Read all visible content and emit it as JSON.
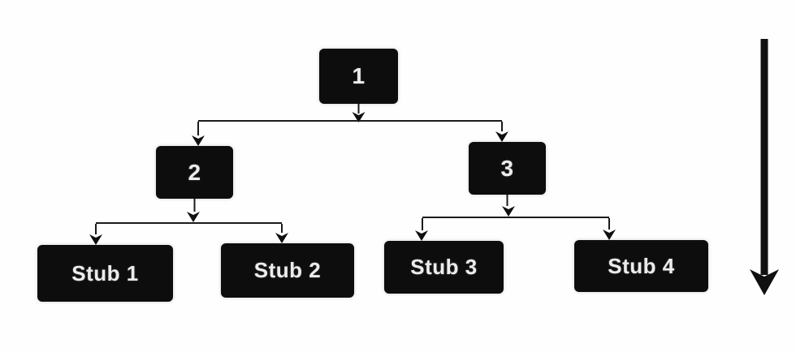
{
  "diagram": {
    "background_color": "#fefefe",
    "node_fill_color": "#0d0d0d",
    "node_text_color": "#ececec",
    "connector_color": "#1b1b1b",
    "nodes": [
      {
        "id": "1",
        "label": "1",
        "level": 1
      },
      {
        "id": "2",
        "label": "2",
        "level": 2
      },
      {
        "id": "3",
        "label": "3",
        "level": 2
      },
      {
        "id": "stub1",
        "label": "Stub 1",
        "level": 3
      },
      {
        "id": "stub2",
        "label": "Stub 2",
        "level": 3
      },
      {
        "id": "stub3",
        "label": "Stub 3",
        "level": 3
      },
      {
        "id": "stub4",
        "label": "Stub 4",
        "level": 3
      }
    ],
    "edges": [
      {
        "from": "1",
        "to": "2"
      },
      {
        "from": "1",
        "to": "3"
      },
      {
        "from": "2",
        "to": "stub1"
      },
      {
        "from": "2",
        "to": "stub2"
      },
      {
        "from": "3",
        "to": "stub3"
      },
      {
        "from": "3",
        "to": "stub4"
      }
    ],
    "side_arrow": {
      "orientation": "down",
      "position": "right"
    }
  }
}
